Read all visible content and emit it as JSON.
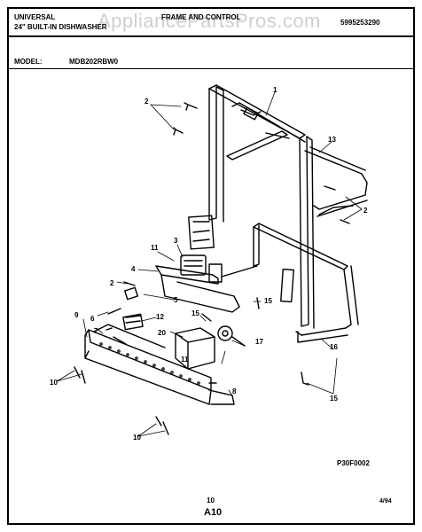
{
  "header": {
    "brand": "UNIVERSAL",
    "product": "24\" BUILT-IN DISHWASHER",
    "section": "FRAME AND CONTROL",
    "part_number": "5995253290",
    "watermark": "AppliancePartsPros.com",
    "model_label": "MODEL:",
    "model_value": "MDB202RBW0"
  },
  "callouts": [
    "1",
    "2",
    "2",
    "2",
    "3",
    "4",
    "5",
    "6",
    "7",
    "8",
    "9",
    "10",
    "10",
    "11",
    "11",
    "12",
    "13",
    "15",
    "15",
    "15",
    "16",
    "17",
    "20"
  ],
  "footer": {
    "drawing_code": "P30F0002",
    "page_number": "10",
    "sheet_label": "A10",
    "date": "4/94"
  }
}
